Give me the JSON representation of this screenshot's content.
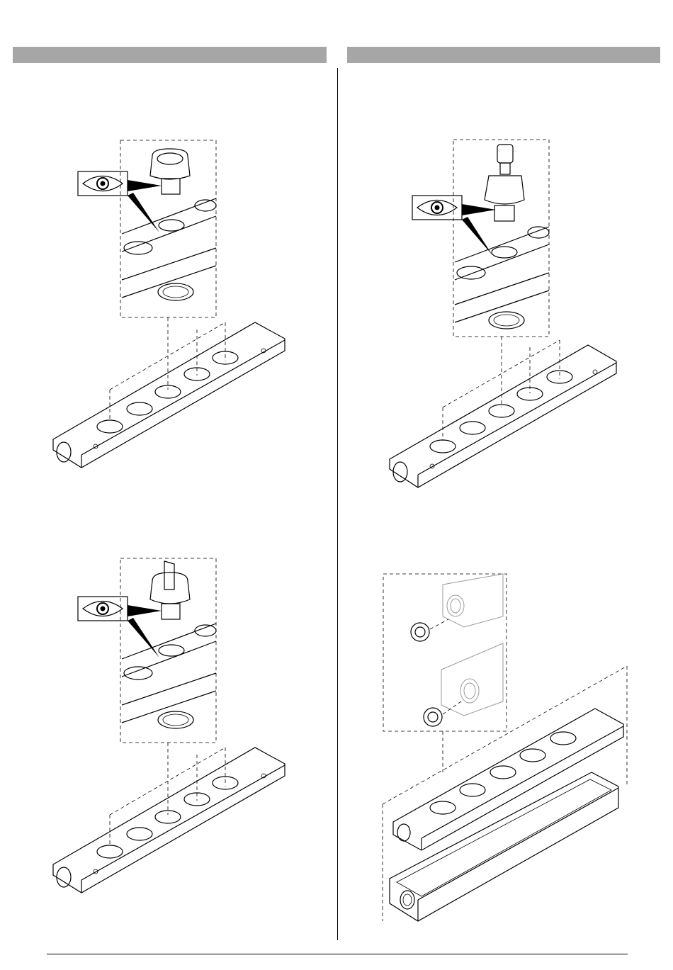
{
  "page": {
    "colors": {
      "header_bar": "#a6a6a6",
      "line": "#000000",
      "background": "#ffffff"
    }
  },
  "left_column": {
    "header": "",
    "figures": [
      {
        "name": "mushroom-pushbutton-mounting",
        "icon": "eye-icon"
      },
      {
        "name": "selector-switch-mounting",
        "icon": "eye-icon"
      }
    ]
  },
  "right_column": {
    "header": "",
    "figures": [
      {
        "name": "key-switch-mounting",
        "icon": "eye-icon"
      },
      {
        "name": "enclosure-assembly-with-plugs"
      }
    ]
  }
}
